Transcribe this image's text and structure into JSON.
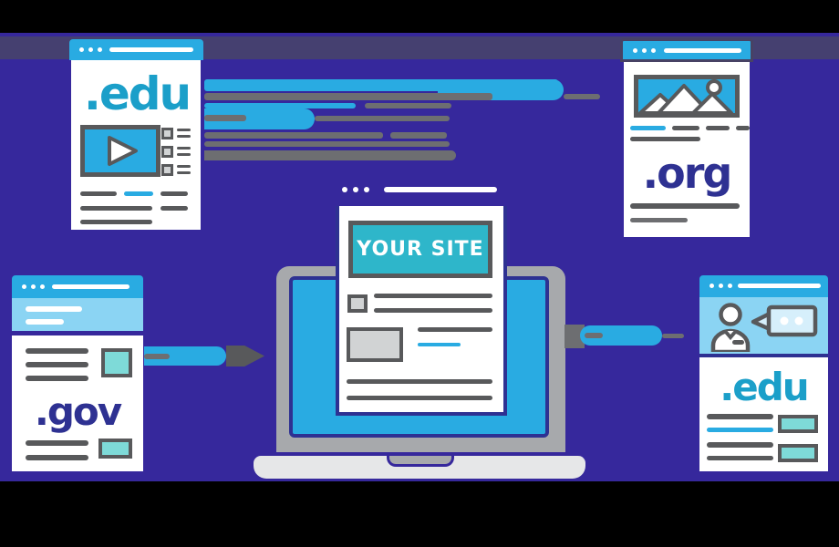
{
  "illustration": {
    "description": "backlinks from external sites pointing to your site",
    "center": {
      "site_label": "YOUR SITE",
      "device": "laptop"
    },
    "cards": {
      "top_left": {
        "domain": ".edu",
        "icons": [
          "browser-dots-icon",
          "video-player-icon",
          "play-icon",
          "checklist-icon"
        ]
      },
      "top_right": {
        "domain": ".org",
        "icons": [
          "browser-dots-icon",
          "image-placeholder-icon",
          "mountains-icon",
          "sun-icon"
        ]
      },
      "bottom_left": {
        "domain": ".gov",
        "icons": [
          "browser-dots-icon"
        ]
      },
      "bottom_right": {
        "domain": ".edu",
        "icons": [
          "browser-dots-icon",
          "person-icon",
          "speech-bubble-icon"
        ]
      }
    },
    "arrows": [
      {
        "name": "left-link-arrow",
        "direction": "right",
        "from": ".gov card",
        "to": "laptop"
      },
      {
        "name": "right-link-arrow",
        "direction": "left",
        "from": "right edge",
        "to": "laptop"
      }
    ],
    "colors": {
      "letterbox": "#000000",
      "background": "#36289c",
      "top_band": "#454070",
      "blue": "#29abe2",
      "light_blue": "#8bd4f3",
      "pale_blue": "#d6effb",
      "teal_text": "#1b9fc9",
      "teal_banner": "#2eb6ca",
      "teal_fill": "#7edad8",
      "indigo": "#2e3192",
      "gray_dark": "#58595b",
      "gray_med": "#6d6e71",
      "gray_light": "#d1d3d4",
      "laptop_gray": "#a7a9ac",
      "base_gray": "#e6e7e8",
      "white": "#ffffff"
    }
  }
}
